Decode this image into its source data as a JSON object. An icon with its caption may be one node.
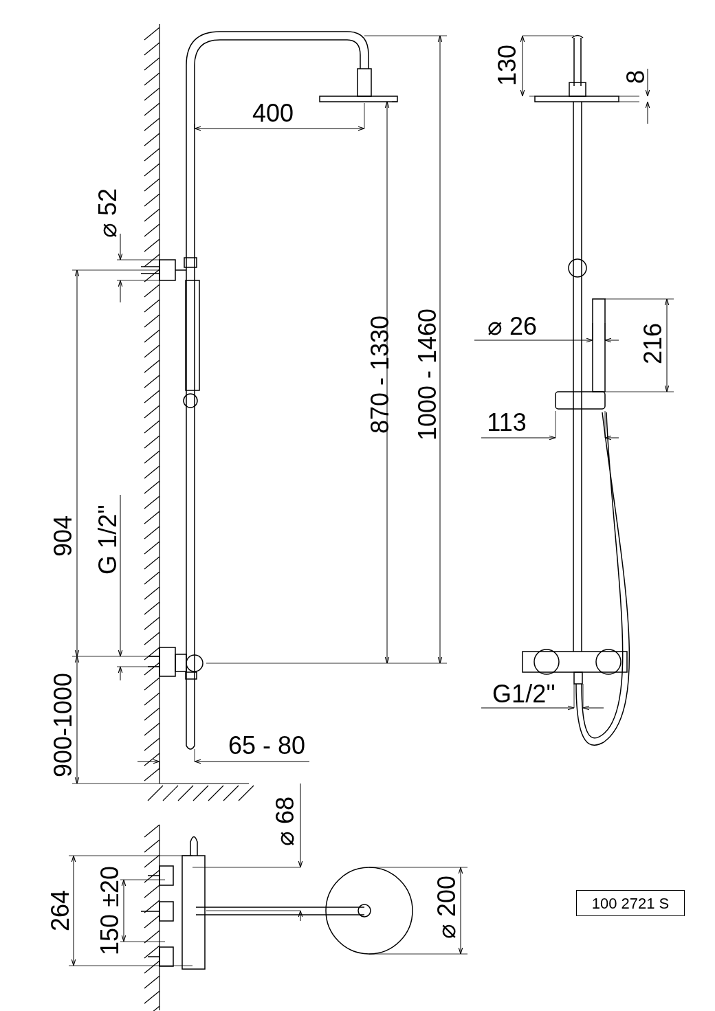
{
  "diagram": {
    "nodes": [
      {
        "text": [
          "100 2721 S"
        ]
      }
    ],
    "labels": [
      "400",
      "130",
      "8",
      "⌀ 52",
      "870 - 1330",
      "1000 - 1460",
      "⌀ 26",
      "216",
      "113",
      "904",
      "G 1/2''",
      "G1/2''",
      "900-1000",
      "65 - 80",
      "⌀ 68",
      "264",
      "150 ±20",
      "⌀ 200"
    ]
  }
}
